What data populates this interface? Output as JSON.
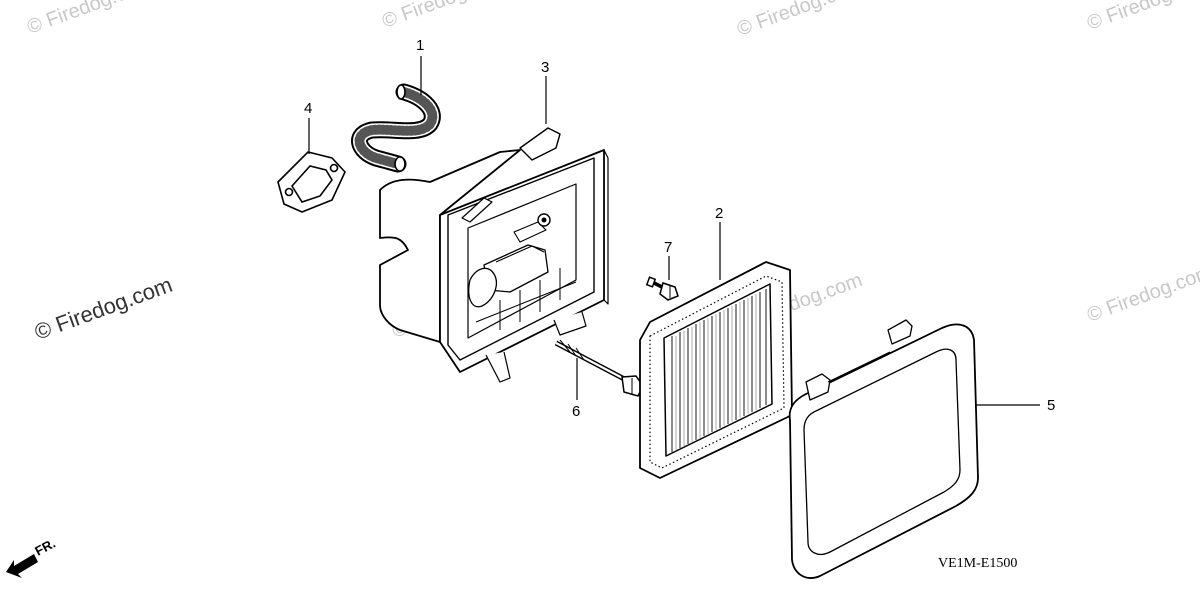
{
  "diagram": {
    "watermark": "© Firedog.com",
    "direction_label": "FR.",
    "drawing_code": "VE1M-E1500",
    "callouts": [
      "1",
      "2",
      "3",
      "4",
      "5",
      "6",
      "7"
    ]
  }
}
